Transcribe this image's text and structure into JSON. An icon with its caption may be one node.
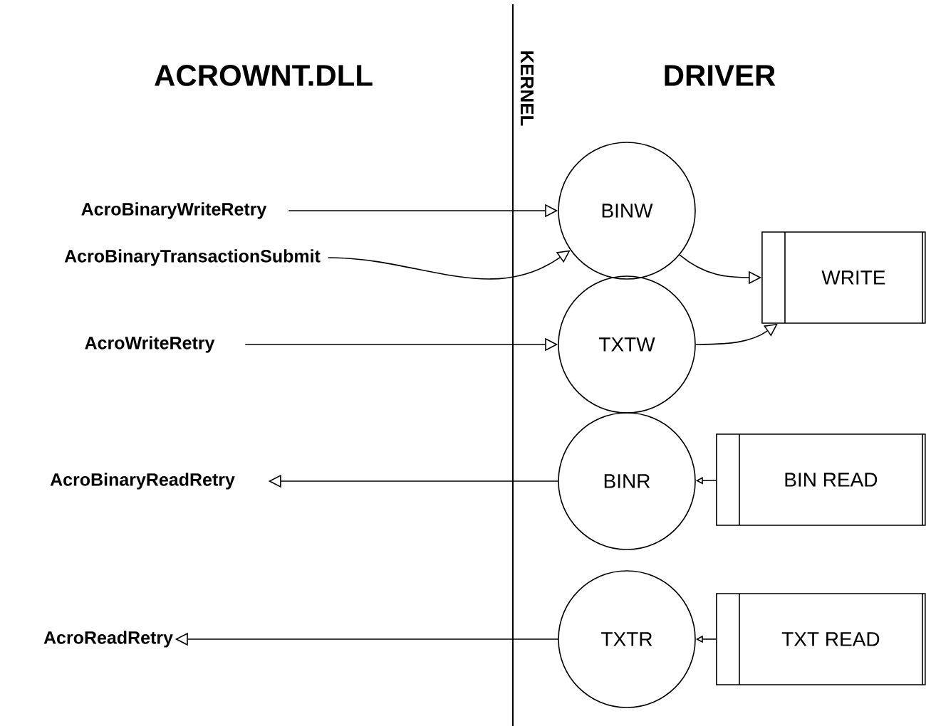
{
  "diagram": {
    "nodes": [
      {
        "text": [
          "AcroBinaryWriteRetry"
        ]
      },
      {
        "text": [
          "BINW"
        ]
      },
      {
        "text": [
          "AcroBinaryTransactionSubmit"
        ]
      },
      {
        "text": [
          "WRITE"
        ]
      },
      {
        "text": [
          "AcroWriteRetry"
        ]
      },
      {
        "text": [
          "TXTW"
        ]
      },
      {
        "text": [
          "AcroBinaryReadRetry"
        ]
      },
      {
        "text": [
          "BINR"
        ]
      },
      {
        "text": [
          "BIN READ"
        ]
      },
      {
        "text": [
          "AcroReadRetry"
        ]
      },
      {
        "text": [
          "TXTR"
        ]
      },
      {
        "text": [
          "TXT READ"
        ]
      }
    ],
    "edges": [
      {
        "from": 0,
        "to": 1,
        "arrow": "to"
      },
      {
        "from": 2,
        "to": 1,
        "arrow": "to"
      },
      {
        "from": 4,
        "to": 5,
        "arrow": "to"
      },
      {
        "from": 1,
        "to": 3,
        "arrow": "to"
      },
      {
        "from": 5,
        "to": 3,
        "arrow": "to"
      },
      {
        "from": 7,
        "to": 6,
        "arrow": "to"
      },
      {
        "from": 8,
        "to": 7,
        "arrow": "to"
      },
      {
        "from": 10,
        "to": 9,
        "arrow": "to"
      },
      {
        "from": 11,
        "to": 10,
        "arrow": "to"
      }
    ],
    "labels": [
      "ACROWNT.DLL",
      "KERNEL",
      "DRIVER"
    ]
  }
}
